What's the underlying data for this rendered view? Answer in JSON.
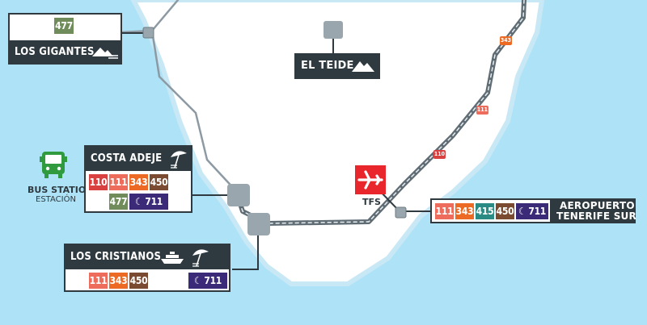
{
  "colors": {
    "sea": "#aee3f7",
    "land": "#ffffff",
    "coast": "#c9e6f3",
    "dark": "#2e3a40",
    "road": "#8d9aa3",
    "route_110": "#d94141",
    "route_111": "#ee6c5c",
    "route_343": "#ec6a24",
    "route_415": "#2a8b84",
    "route_450": "#7a4a31",
    "route_477": "#6f8c5a",
    "route_711": "#3a2a78",
    "airport": "#e8262b",
    "bus": "#2f9a3e"
  },
  "los_gigantes": {
    "name": "LOS GIGANTES",
    "routes": [
      "477"
    ],
    "icon": "mountain-sea-icon"
  },
  "el_teide": {
    "name": "EL TEIDE",
    "icon": "mountain-icon"
  },
  "costa_adeje": {
    "name": "COSTA ADEJE",
    "routes_row1": [
      "110",
      "111",
      "343",
      "450"
    ],
    "routes_row2": [
      "477",
      "711"
    ],
    "icon": "beach-umbrella-icon"
  },
  "bus_station": {
    "label_en": "BUS STATION",
    "label_es": "ESTACIÓN",
    "icon": "bus-icon"
  },
  "los_cristianos": {
    "name": "LOS CRISTIANOS",
    "routes": [
      "111",
      "343",
      "450",
      "711"
    ],
    "icons": [
      "ship-icon",
      "beach-umbrella-icon"
    ]
  },
  "airport": {
    "code": "TFS",
    "name_line1": "AEROPUERTO",
    "name_line2": "TENERIFE SUR",
    "routes": [
      "111",
      "343",
      "415",
      "450",
      "711"
    ],
    "icon": "airplane-icon"
  },
  "road_tags": [
    "343",
    "111",
    "110"
  ]
}
